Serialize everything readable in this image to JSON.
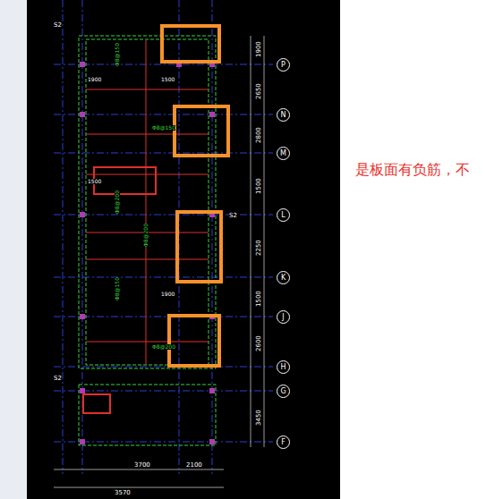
{
  "diagram": {
    "nodes": [
      {
        "text": [
          "P"
        ]
      },
      {
        "text": [
          "N"
        ]
      },
      {
        "text": [
          "M"
        ]
      },
      {
        "text": [
          "L"
        ]
      },
      {
        "text": [
          "K"
        ]
      },
      {
        "text": [
          "J"
        ]
      },
      {
        "text": [
          "H"
        ]
      },
      {
        "text": [
          "G"
        ]
      },
      {
        "text": [
          "F"
        ]
      }
    ],
    "labels": [
      "是板面有负筋，不",
      "1900",
      "2650",
      "2800",
      "1500",
      "2250",
      "1500",
      "2600",
      "3450",
      "S2",
      "S2",
      "S2",
      "Φ8@150",
      "Φ8@150",
      "Φ8@200",
      "Φ8@200",
      "Φ8@150",
      "Φ8@200",
      "1900",
      "1500",
      "1500",
      "1900",
      "3700",
      "2100",
      "3570"
    ]
  }
}
